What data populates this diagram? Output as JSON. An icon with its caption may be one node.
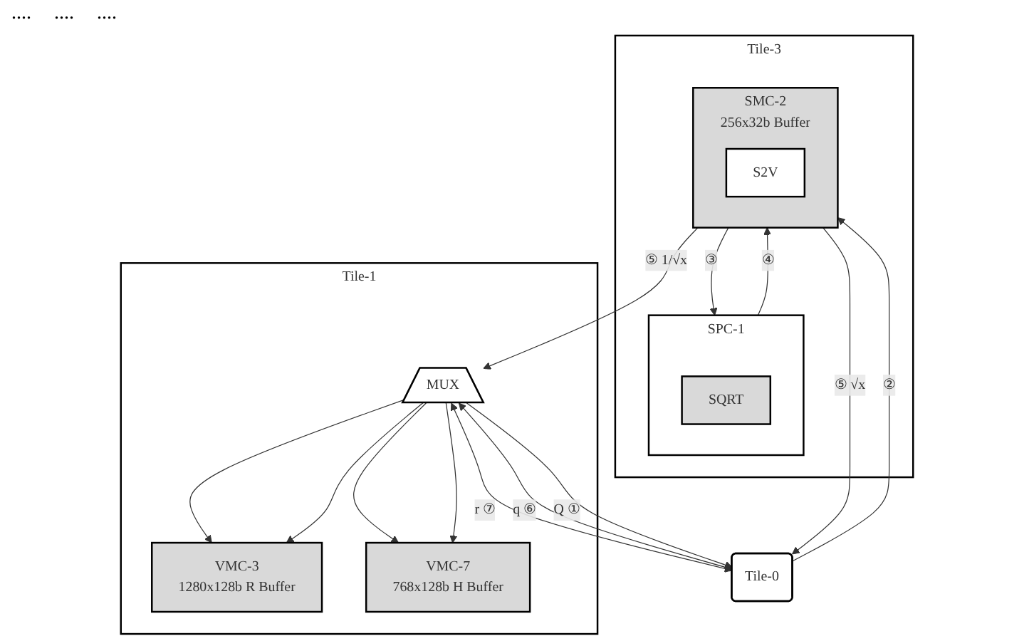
{
  "diagram": {
    "nodes": [
      {
        "text": [
          "Tile-1"
        ]
      },
      {
        "text": [
          "VMC-3",
          "1280x128b R Buffer"
        ],
        "in": 0
      },
      {
        "text": [
          "VMC-7",
          "768x128b H Buffer"
        ],
        "in": 0
      },
      {
        "text": [
          "MUX"
        ],
        "in": 0
      },
      {
        "text": [
          "Tile-3"
        ]
      },
      {
        "text": [
          "SPC-1"
        ],
        "in": 4
      },
      {
        "text": [
          "SQRT"
        ],
        "in": 5
      },
      {
        "text": [
          "SMC-2",
          "256x32b Buffer"
        ],
        "in": 4
      },
      {
        "text": [
          "S2V"
        ],
        "in": 7
      },
      {
        "text": [
          "Tile-0"
        ]
      }
    ],
    "edges": [
      {
        "from": 3,
        "to": 1,
        "arrow": "to"
      },
      {
        "from": 3,
        "to": 1,
        "arrow": "to"
      },
      {
        "from": 3,
        "to": 2,
        "arrow": "to"
      },
      {
        "from": 3,
        "to": 2,
        "arrow": "to"
      },
      {
        "from": 5,
        "to": 7,
        "label": "④",
        "arrow": "to"
      },
      {
        "from": 7,
        "to": 5,
        "label": "③",
        "arrow": "to"
      },
      {
        "from": 7,
        "to": 3,
        "label": "⑤ 1/√x",
        "arrow": "to"
      },
      {
        "from": 7,
        "to": 9,
        "label": "⑤ √x",
        "arrow": "to"
      },
      {
        "from": 9,
        "to": 7,
        "label": "②",
        "arrow": "to"
      },
      {
        "from": 3,
        "to": 9,
        "label": "r ⑦",
        "arrow": "both"
      },
      {
        "from": 3,
        "to": 9,
        "label": "q ⑥",
        "arrow": "both"
      },
      {
        "from": 3,
        "to": 9,
        "label": "Q ①",
        "arrow": "to"
      }
    ],
    "labels": [
      "....",
      "....",
      "...."
    ]
  }
}
